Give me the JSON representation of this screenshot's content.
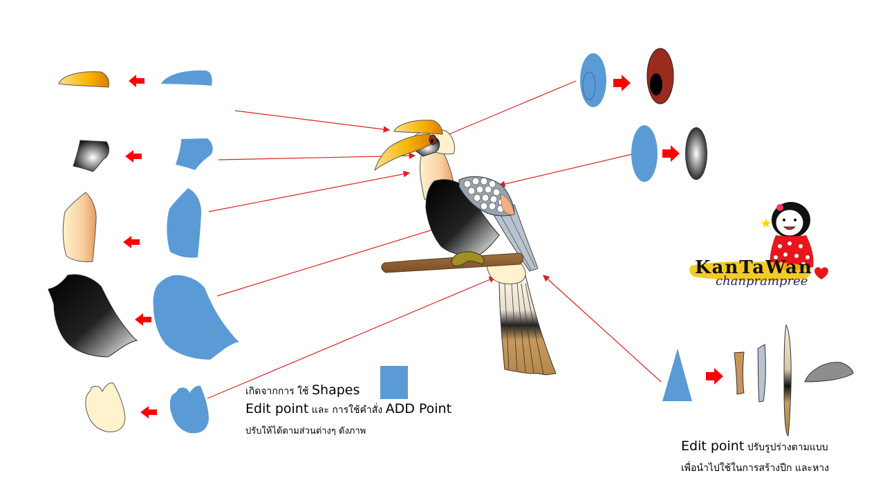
{
  "captions": {
    "line1_th": "เกิดจากการ ใช้",
    "line1_en": "Shapes",
    "line2_en": "Edit point",
    "line2_th_a": "และ การใช้คำสั่ง",
    "line2_en_b": "ADD Point",
    "line3_th": "ปรับให้ได้ตามส่วนต่างๆ ดังภาพ",
    "line4_en": "Edit point",
    "line4_th": "ปรับรูปร่างตามแบบ",
    "line5_th": "เพื่อนำไปใช้ในการสร้างปีก และหาง"
  },
  "logo": {
    "word": "KanTaWan",
    "script": "chanprampree"
  },
  "colors": {
    "shape_blue": "#5b9bd5",
    "arrow_red": "#ff0000",
    "line_red": "#e02020",
    "beak_yellow": "#f5b400",
    "eye_red": "#9b2a1f"
  }
}
